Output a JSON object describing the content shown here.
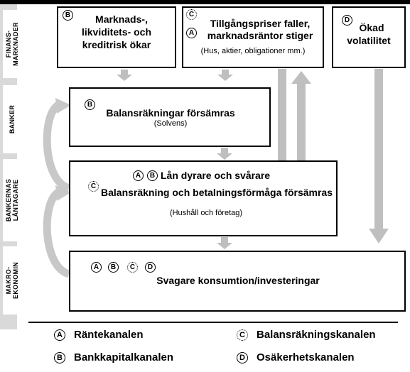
{
  "rows": {
    "finans": "FINANS-\nMARKNADER",
    "banker": "BANKER",
    "lantagare": "BANKERNAS\nLÅNTAGARE",
    "makro": "MAKRO-\nEKONOMIN"
  },
  "boxes": {
    "risk": {
      "line1": "Marknads-,",
      "line2": "likviditets- och",
      "line3": "kreditrisk ökar"
    },
    "prices": {
      "line1": "Tillgångspriser faller,",
      "line2": "marknadsräntor stiger",
      "sub": "(Hus, aktier, obligationer mm.)"
    },
    "volatility": {
      "line1": "Ökad",
      "line2": "volatilitet"
    },
    "balance": {
      "line1": "Balansräkningar försämras",
      "sub": "(Solvens)"
    },
    "loans": {
      "line1": "Lån dyrare och svårare",
      "line2": "Balansräkning och betalningsförmåga försämras",
      "sub": "(Hushåll och företag)"
    },
    "macro": {
      "line1": "Svagare konsumtion/investeringar"
    }
  },
  "markers": {
    "A": "A",
    "B": "B",
    "C": "C",
    "D": "D"
  },
  "legend": {
    "A": "Räntekanalen",
    "B": "Bankkapitalkanalen",
    "C": "Balansräkningskanalen",
    "D": "Osäkerhetskanalen"
  },
  "colors": {
    "arrow": "#bfbfbf",
    "sidebar": "#d9d9d9",
    "border": "#000000"
  }
}
